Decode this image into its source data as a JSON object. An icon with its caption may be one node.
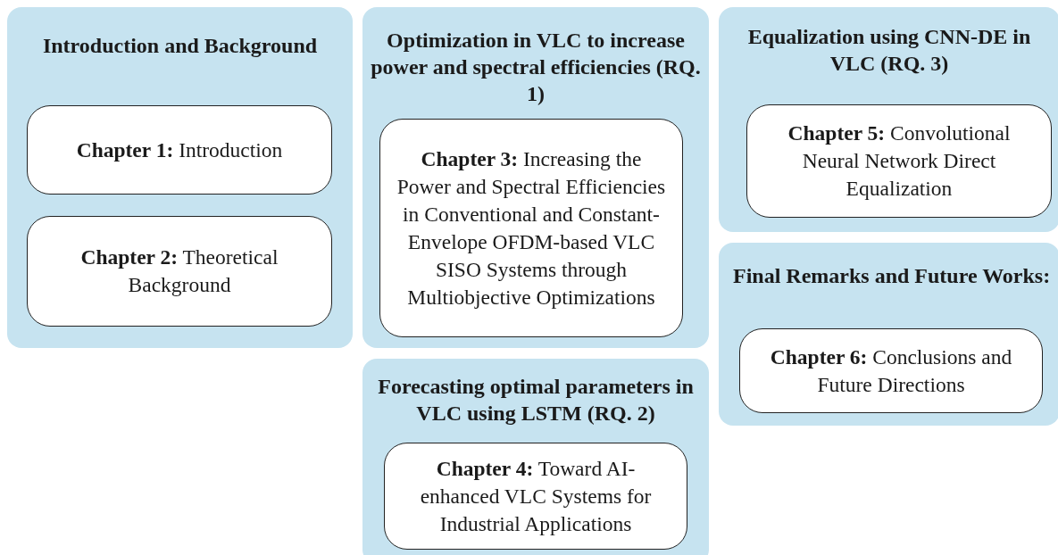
{
  "diagram": {
    "nodes": [
      {
        "text": [
          "Introduction and Background"
        ]
      },
      {
        "text": [
          "**Chapter 1:** Introduction"
        ],
        "in": 0
      },
      {
        "text": [
          "**Chapter 2:** Theoretical Background"
        ],
        "in": 0
      },
      {
        "text": [
          "Optimization in VLC to increase power and spectral efficiencies (RQ. 1)"
        ]
      },
      {
        "text": [
          "**Chapter 3:** Increasing the Power and Spectral Efficiencies in Conventional and Constant-Envelope OFDM-based VLC SISO Systems through Multiobjective Optimizations"
        ],
        "in": 3
      },
      {
        "text": [
          "Forecasting optimal parameters in VLC using LSTM (RQ. 2)"
        ]
      },
      {
        "text": [
          "**Chapter 4:** Toward AI-enhanced VLC Systems for Industrial Applications"
        ],
        "in": 5
      },
      {
        "text": [
          "Equalization using CNN-DE in VLC (RQ. 3)"
        ]
      },
      {
        "text": [
          "**Chapter 5:** Convolutional Neural Network Direct Equalization"
        ],
        "in": 7
      },
      {
        "text": [
          "Final Remarks and Future Works:"
        ]
      },
      {
        "text": [
          "**Chapter 6:** Conclusions and Future Directions"
        ],
        "in": 9
      }
    ],
    "edges": []
  }
}
